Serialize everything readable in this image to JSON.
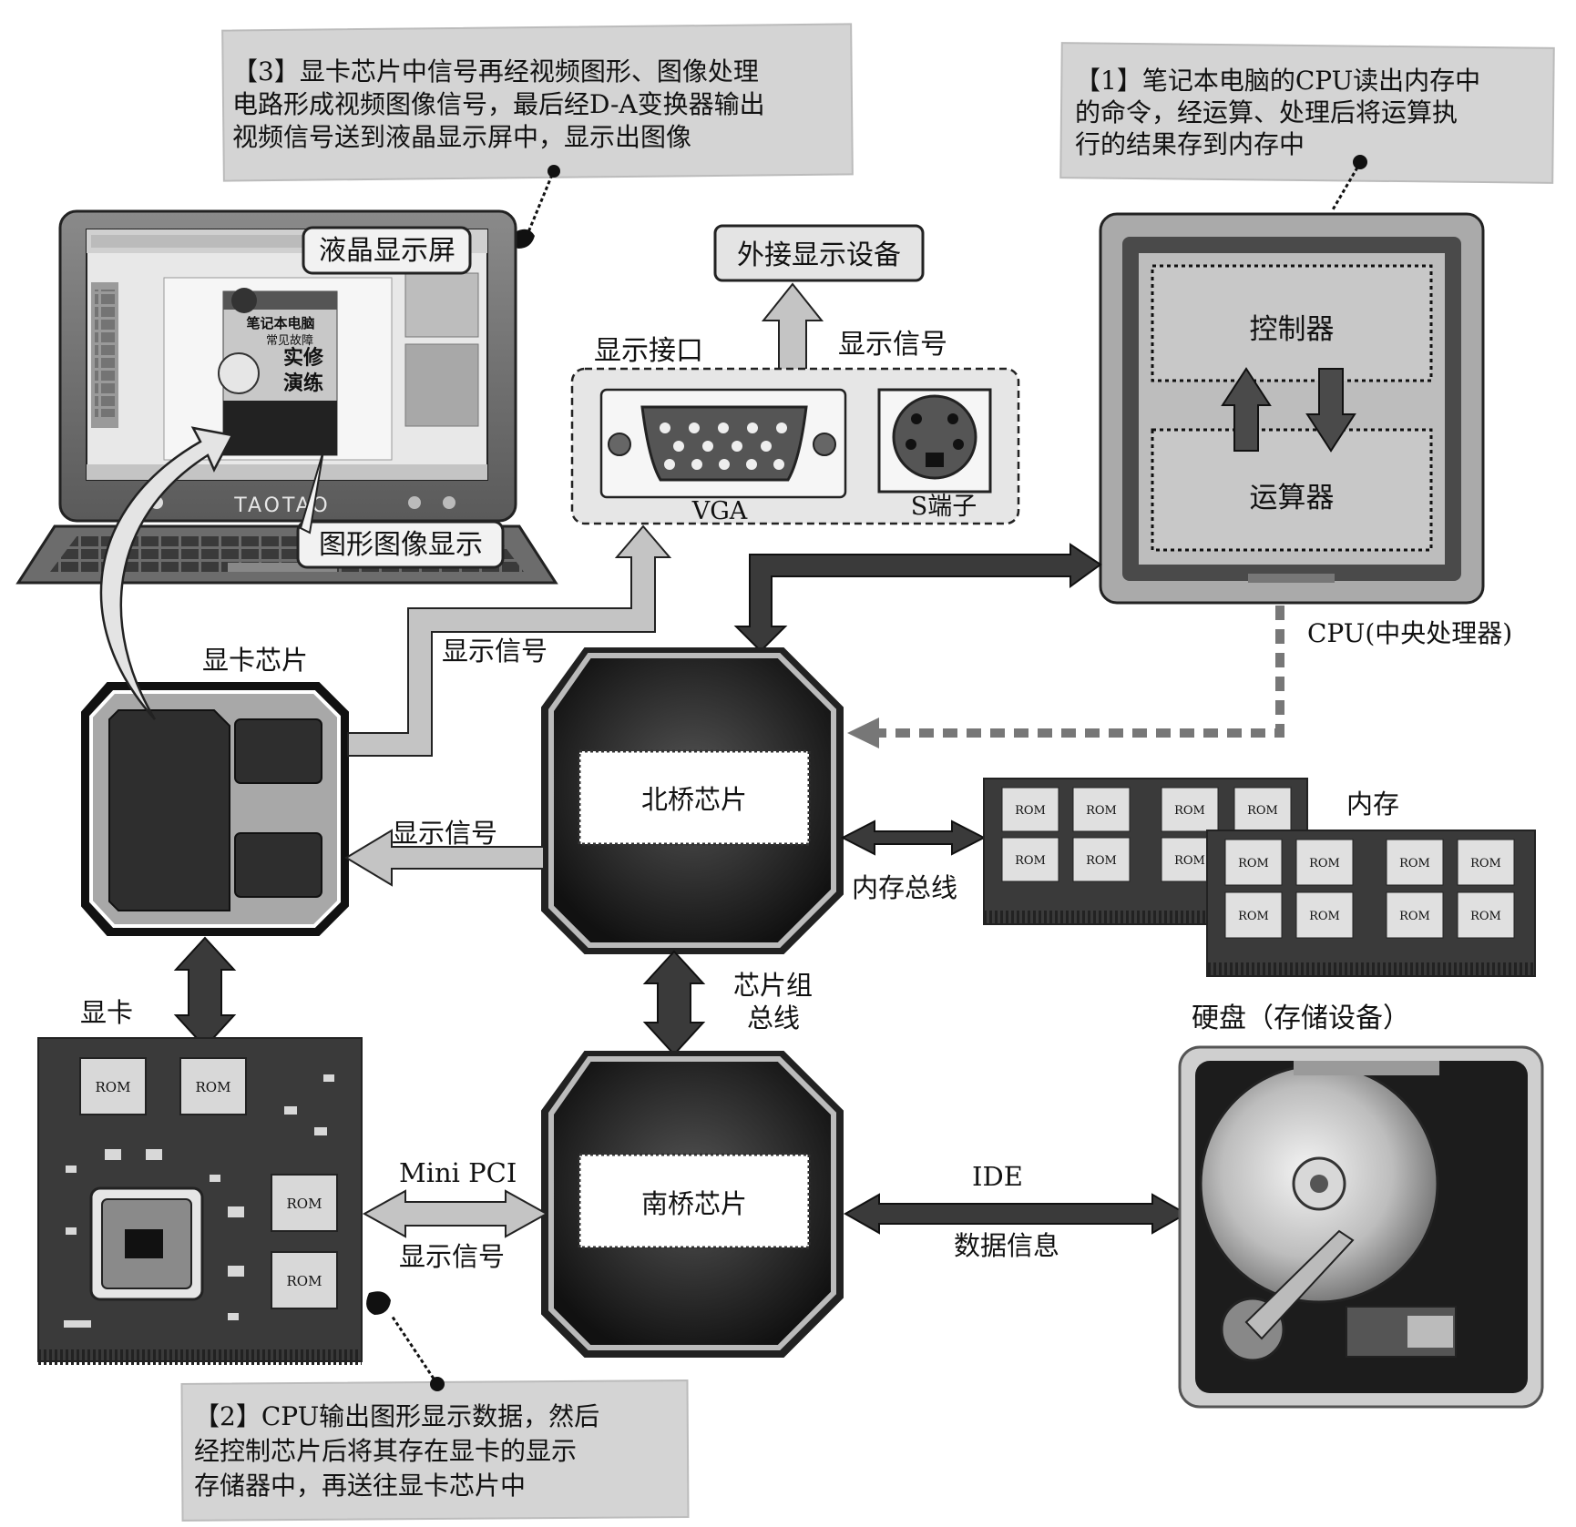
{
  "notes": {
    "note1": [
      "【1】笔记本电脑的CPU读出内存中",
      "的命令，经运算、处理后将运算执",
      "行的结果存到内存中"
    ],
    "note2": [
      "【2】CPU输出图形显示数据，然后",
      "经控制芯片后将其存在显卡的显示",
      "存储器中，再送往显卡芯片中"
    ],
    "note3": [
      "【3】显卡芯片中信号再经视频图形、图像处理",
      "电路形成视频图像信号，最后经D-A变换器输出",
      "视频信号送到液晶显示屏中，显示出图像"
    ]
  },
  "laptop": {
    "screen_label": "液晶显示屏",
    "brand": "TAOTAO",
    "display_label": "图形图像显示",
    "book_lines": [
      "笔记本电脑",
      "常见故障",
      "实修",
      "演练"
    ]
  },
  "display_port": {
    "title": "显示接口",
    "vga": "VGA",
    "svideo": "S端子",
    "external": "外接显示设备",
    "signal": "显示信号"
  },
  "cpu": {
    "controller": "控制器",
    "alu": "运算器",
    "caption": "CPU(中央处理器)"
  },
  "gpu": {
    "title": "显卡芯片"
  },
  "northbridge": {
    "label": "北桥芯片"
  },
  "southbridge": {
    "label": "南桥芯片"
  },
  "memory": {
    "title": "内存",
    "bus": "内存总线",
    "chip": "ROM"
  },
  "graphics_card": {
    "title": "显卡",
    "chip": "ROM"
  },
  "buses": {
    "gpu_signal_up": "显示信号",
    "gpu_signal_left": "显示信号",
    "chipset_bus": [
      "芯片组",
      "总线"
    ],
    "minipci": "Mini PCI",
    "minipci_signal": "显示信号",
    "ide": "IDE",
    "ide_data": "数据信息"
  },
  "hdd": {
    "title": "硬盘（存储设备）"
  },
  "colors": {
    "dark_chip": "#2a2a2a",
    "mid_gray": "#8a8a8a",
    "light_gray": "#c8c8c8",
    "note_bg": "#d4d4d4"
  }
}
